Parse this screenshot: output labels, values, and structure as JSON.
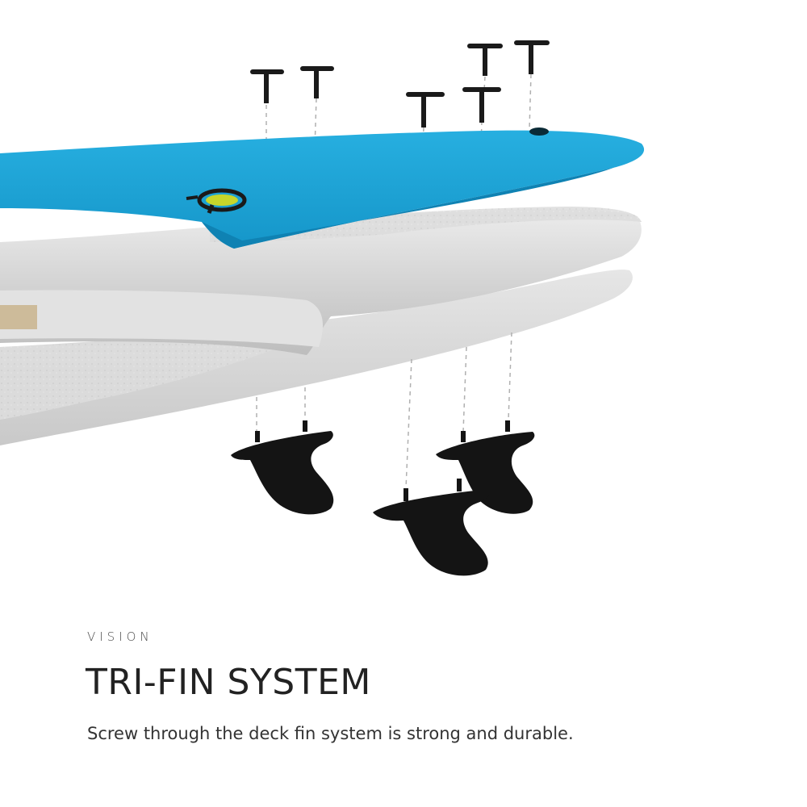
{
  "section": {
    "eyebrow": "VISION",
    "title": "TRI-FIN SYSTEM",
    "description": "Screw through the deck fin system is strong and durable."
  },
  "illustration": {
    "subject": "exploded-surfboard-tri-fin",
    "colors": {
      "deck": "#1aa3d6",
      "deck_shadow": "#0f82b3",
      "core": "#d8d8d8",
      "fins": "#141414",
      "screws": "#1a1a1a",
      "logo": "#c8d62a"
    },
    "screw_count": 6,
    "fin_count": 3
  }
}
